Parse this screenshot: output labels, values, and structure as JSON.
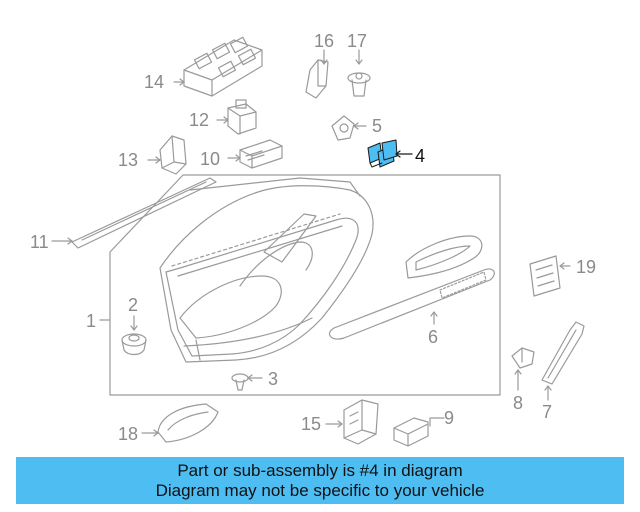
{
  "callouts": {
    "c1": "1",
    "c2": "2",
    "c3": "3",
    "c4": "4",
    "c5": "5",
    "c6": "6",
    "c7": "7",
    "c8": "8",
    "c9": "9",
    "c10": "10",
    "c11": "11",
    "c12": "12",
    "c13": "13",
    "c14": "14",
    "c15": "15",
    "c16": "16",
    "c17": "17",
    "c18": "18",
    "c19": "19"
  },
  "highlight_part": "4",
  "colors": {
    "line": "#9a9a9a",
    "highlight": "#4dbdf2",
    "highlight_stroke": "#1a1a1a",
    "banner": "#4dbdf2"
  },
  "banner": {
    "line1": "Part or sub-assembly is #4 in diagram",
    "line2": "Diagram may not be specific to your vehicle"
  }
}
